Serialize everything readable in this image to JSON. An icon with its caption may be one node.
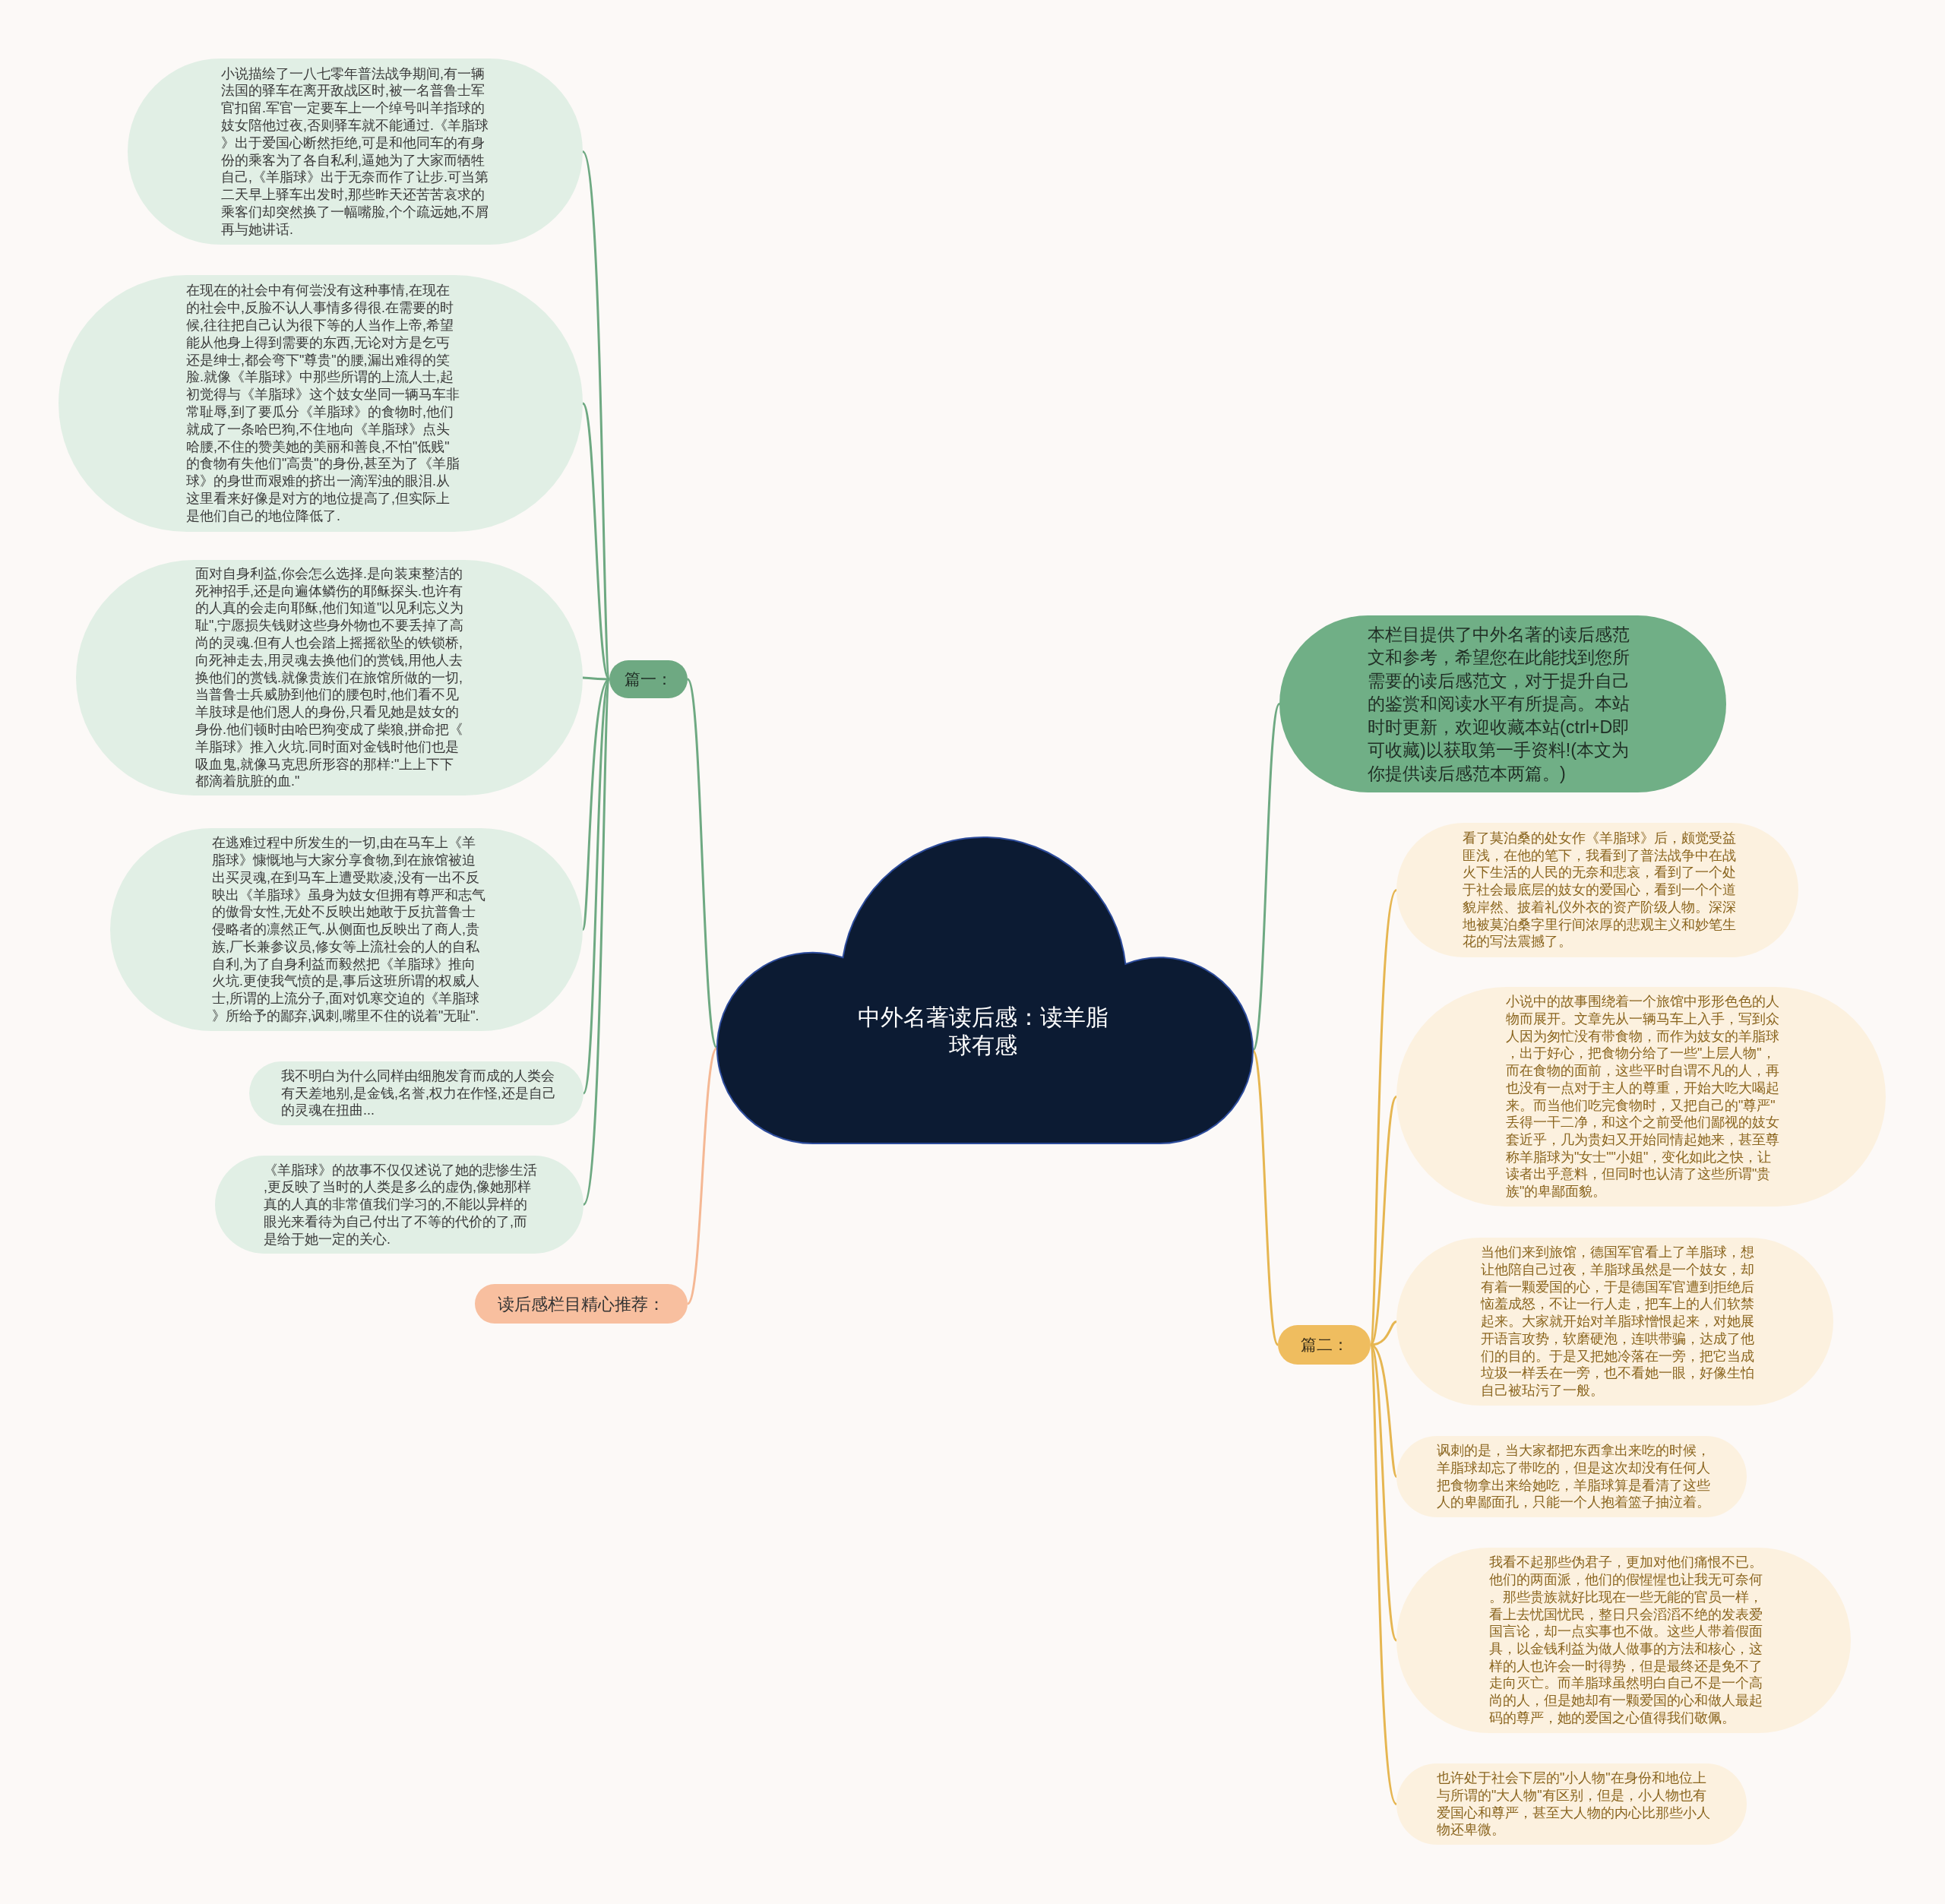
{
  "diagram": {
    "nodes": [
      {
        "text": [
          "中外名著读后感：读羊脂球有感"
        ]
      },
      {
        "text": [
          "篇一："
        ]
      },
      {
        "text": [
          "小说描绘了一八七零年普法战争期间,有一辆法国的驿车在离开敌战区时,被一名普鲁士军官扣留.军官一定要车上一个绰号叫羊指球的妓女陪他过夜,否则驿车就不能通过.《羊脂球》出于爱国心断然拒绝,可是和他同车的有身份的乘客为了各自私利,逼她为了大家而牺牲自己,《羊脂球》出于无奈而作了让步.可当第二天早上驿车出发时,那些昨天还苦苦哀求的乘客们却突然换了一幅嘴脸,个个疏远她,不屑再与她讲话."
        ]
      },
      {
        "text": [
          "在现在的社会中有何尝没有这种事情,在现在的社会中,反脸不认人事情多得很.在需要的时候,往往把自己认为很下等的人当作上帝,希望能从他身上得到需要的东西,无论对方是乞丐还是绅士,都会弯下\"尊贵\"的腰,漏出难得的笑脸.就像《羊脂球》中那些所谓的上流人士,起初觉得与《羊脂球》这个妓女坐同一辆马车非常耻辱,到了要瓜分《羊脂球》的食物时,他们就成了一条哈巴狗,不住地向《羊脂球》点头哈腰,不住的赞美她的美丽和善良,不怕\"低贱\"的食物有失他们\"高贵\"的身份,甚至为了《羊脂球》的身世而艰难的挤出一滴浑浊的眼泪.从这里看来好像是对方的地位提高了,但实际上是他们自己的地位降低了."
        ]
      },
      {
        "text": [
          "面对自身利益,你会怎么选择.是向装束整洁的死神招手,还是向遍体鳞伤的耶稣探头.也许有的人真的会走向耶稣,他们知道\"以见利忘义为耻\",宁愿损失钱财这些身外物也不要丢掉了高尚的灵魂.但有人也会踏上摇摇欲坠的铁锁桥,向死神走去,用灵魂去换他们的赏钱,用他人去换他们的赏钱.就像贵族们在旅馆所做的一切,当普鲁士兵威胁到他们的腰包时,他们看不见羊肢球是他们恩人的身份,只看见她是妓女的身份.他们顿时由哈巴狗变成了柴狼,拼命把《羊脂球》推入火坑.同时面对金钱时他们也是吸血鬼,就像马克思所形容的那样:\"上上下下都滴着肮脏的血.\""
        ]
      },
      {
        "text": [
          "在逃难过程中所发生的一切,由在马车上《羊脂球》慷慨地与大家分享食物,到在旅馆被迫出买灵魂,在到马车上遭受欺凌,没有一出不反映出《羊脂球》虽身为妓女但拥有尊严和志气的傲骨女性,无处不反映出她敢于反抗普鲁士侵略者的凛然正气.从侧面也反映出了商人,贵族,厂长兼参议员,修女等上流社会的人的自私自利,为了自身利益而毅然把《羊脂球》推向火坑.更使我气愤的是,事后这班所谓的权威人士,所谓的上流分子,面对饥寒交迫的《羊脂球》所给予的鄙弃,讽刺,嘴里不住的说着\"无耻\"."
        ]
      },
      {
        "text": [
          "我不明白为什么同样由细胞发育而成的人类会有天差地别,是金钱,名誉,权力在作怪,还是自己的灵魂在扭曲..."
        ]
      },
      {
        "text": [
          "《羊脂球》的故事不仅仅述说了她的悲惨生活,更反映了当时的人类是多么的虚伪,像她那样真的人真的非常值我们学习的,不能以异样的眼光来看待为自己付出了不等的代价的了,而是给于她一定的关心."
        ]
      },
      {
        "text": [
          "读后感栏目精心推荐："
        ]
      },
      {
        "text": [
          "本栏目提供了中外名著的读后感范文和参考，希望您在此能找到您所需要的读后感范文，对于提升自己的鉴赏和阅读水平有所提高。本站时时更新，欢迎收藏本站(ctrl+D即可收藏)以获取第一手资料!(本文为你提供读后感范本两篇。)"
        ]
      },
      {
        "text": [
          "篇二："
        ]
      },
      {
        "text": [
          "看了莫泊桑的处女作《羊脂球》后，颇觉受益匪浅，在他的笔下，我看到了普法战争中在战火下生活的人民的无奈和悲哀，看到了一个处于社会最底层的妓女的爱国心，看到一个个道貌岸然、披着礼仪外衣的资产阶级人物。深深地被莫泊桑字里行间浓厚的悲观主义和妙笔生花的写法震撼了。"
        ]
      },
      {
        "text": [
          "小说中的故事围绕着一个旅馆中形形色色的人物而展开。文章先从一辆马车上入手，写到众人因为匆忙没有带食物，而作为妓女的羊脂球，出于好心，把食物分给了一些\"上层人物\"，而在食物的面前，这些平时自谓不凡的人，再也没有一点对于主人的尊重，开始大吃大喝起来。而当他们吃完食物时，又把自己的\"尊严\"丢得一干二净，和这个之前受他们鄙视的妓女套近乎，几为贵妇又开始同情起她来，甚至尊称羊脂球为\"女士\"\"小姐\"，变化如此之快，让读者出乎意料，但同时也认清了这些所谓\"贵族\"的卑鄙面貌。"
        ]
      },
      {
        "text": [
          "当他们来到旅馆，德国军官看上了羊脂球，想让他陪自己过夜，羊脂球虽然是一个妓女，却有着一颗爱国的心，于是德国军官遭到拒绝后恼羞成怒，不让一行人走，把车上的人们软禁起来。大家就开始对羊脂球憎恨起来，对她展开语言攻势，软磨硬泡，连哄带骗，达成了他们的目的。于是又把她冷落在一旁，把它当成垃圾一样丢在一旁，也不看她一眼，好像生怕自己被玷污了一般。"
        ]
      },
      {
        "text": [
          "讽刺的是，当大家都把东西拿出来吃的时候，羊脂球却忘了带吃的，但是这次却没有任何人把食物拿出来给她吃，羊脂球算是看清了这些人的卑鄙面孔，只能一个人抱着篮子抽泣着。"
        ]
      },
      {
        "text": [
          "我看不起那些伪君子，更加对他们痛恨不已。他们的两面派，他们的假惺惺也让我无可奈何。那些贵族就好比现在一些无能的官员一样，看上去忧国忧民，整日只会滔滔不绝的发表爱国言论，却一点实事也不做。这些人带着假面具，以金钱利益为做人做事的方法和核心，这样的人也许会一时得势，但是最终还是免不了走向灭亡。而羊脂球虽然明白自己不是一个高尚的人，但是她却有一颗爱国的心和做人最起码的尊严，她的爱国之心值得我们敬佩。"
        ]
      },
      {
        "text": [
          "也许处于社会下层的\"小人物\"在身份和地位上与所谓的\"大人物\"有区别，但是，小人物也有爱国心和尊严，甚至大人物的内心比那些小人物还卑微。"
        ]
      }
    ],
    "edges": [
      {
        "from": 0,
        "to": 1,
        "arrow": "none"
      },
      {
        "from": 1,
        "to": 2,
        "arrow": "none"
      },
      {
        "from": 1,
        "to": 3,
        "arrow": "none"
      },
      {
        "from": 1,
        "to": 4,
        "arrow": "none"
      },
      {
        "from": 1,
        "to": 5,
        "arrow": "none"
      },
      {
        "from": 1,
        "to": 6,
        "arrow": "none"
      },
      {
        "from": 1,
        "to": 7,
        "arrow": "none"
      },
      {
        "from": 0,
        "to": 8,
        "arrow": "none",
        "color": "#f5b894"
      },
      {
        "from": 0,
        "to": 9,
        "arrow": "none"
      },
      {
        "from": 0,
        "to": 10,
        "arrow": "none",
        "color": "#e6b651"
      },
      {
        "from": 10,
        "to": 11,
        "arrow": "none",
        "color": "#e6b651"
      },
      {
        "from": 10,
        "to": 12,
        "arrow": "none",
        "color": "#e6b651"
      },
      {
        "from": 10,
        "to": 13,
        "arrow": "none",
        "color": "#e6b651"
      },
      {
        "from": 10,
        "to": 14,
        "arrow": "none",
        "color": "#e6b651"
      },
      {
        "from": 10,
        "to": 15,
        "arrow": "none",
        "color": "#e6b651"
      },
      {
        "from": 10,
        "to": 16,
        "arrow": "none",
        "color": "#e6b651"
      }
    ]
  }
}
